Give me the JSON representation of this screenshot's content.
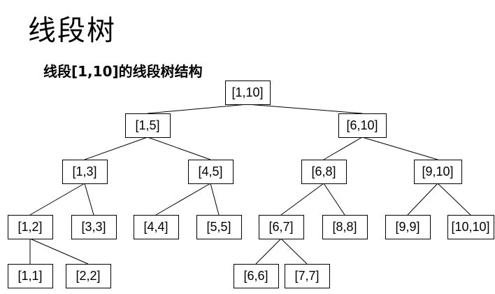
{
  "title": "线段树",
  "subtitle": "线段[1,10]的线段树结构",
  "tree": {
    "nodes": [
      {
        "id": "n1_10",
        "label": "[1,10]"
      },
      {
        "id": "n1_5",
        "label": "[1,5]"
      },
      {
        "id": "n6_10",
        "label": "[6,10]"
      },
      {
        "id": "n1_3",
        "label": "[1,3]"
      },
      {
        "id": "n4_5",
        "label": "[4,5]"
      },
      {
        "id": "n6_8",
        "label": "[6,8]"
      },
      {
        "id": "n9_10",
        "label": "[9,10]"
      },
      {
        "id": "n1_2",
        "label": "[1,2]"
      },
      {
        "id": "n3_3",
        "label": "[3,3]"
      },
      {
        "id": "n4_4",
        "label": "[4,4]"
      },
      {
        "id": "n5_5",
        "label": "[5,5]"
      },
      {
        "id": "n6_7",
        "label": "[6,7]"
      },
      {
        "id": "n8_8",
        "label": "[8,8]"
      },
      {
        "id": "n9_9",
        "label": "[9,9]"
      },
      {
        "id": "n10_10",
        "label": "[10,10]"
      },
      {
        "id": "n1_1",
        "label": "[1,1]"
      },
      {
        "id": "n2_2",
        "label": "[2,2]"
      },
      {
        "id": "n6_6",
        "label": "[6,6]"
      },
      {
        "id": "n7_7",
        "label": "[7,7]"
      }
    ],
    "edges": [
      [
        "n1_10",
        "n1_5"
      ],
      [
        "n1_10",
        "n6_10"
      ],
      [
        "n1_5",
        "n1_3"
      ],
      [
        "n1_5",
        "n4_5"
      ],
      [
        "n6_10",
        "n6_8"
      ],
      [
        "n6_10",
        "n9_10"
      ],
      [
        "n1_3",
        "n1_2"
      ],
      [
        "n1_3",
        "n3_3"
      ],
      [
        "n4_5",
        "n4_4"
      ],
      [
        "n4_5",
        "n5_5"
      ],
      [
        "n6_8",
        "n6_7"
      ],
      [
        "n6_8",
        "n8_8"
      ],
      [
        "n9_10",
        "n9_9"
      ],
      [
        "n9_10",
        "n10_10"
      ],
      [
        "n1_2",
        "n1_1"
      ],
      [
        "n1_2",
        "n2_2"
      ],
      [
        "n6_7",
        "n6_6"
      ],
      [
        "n6_7",
        "n7_7"
      ]
    ]
  }
}
